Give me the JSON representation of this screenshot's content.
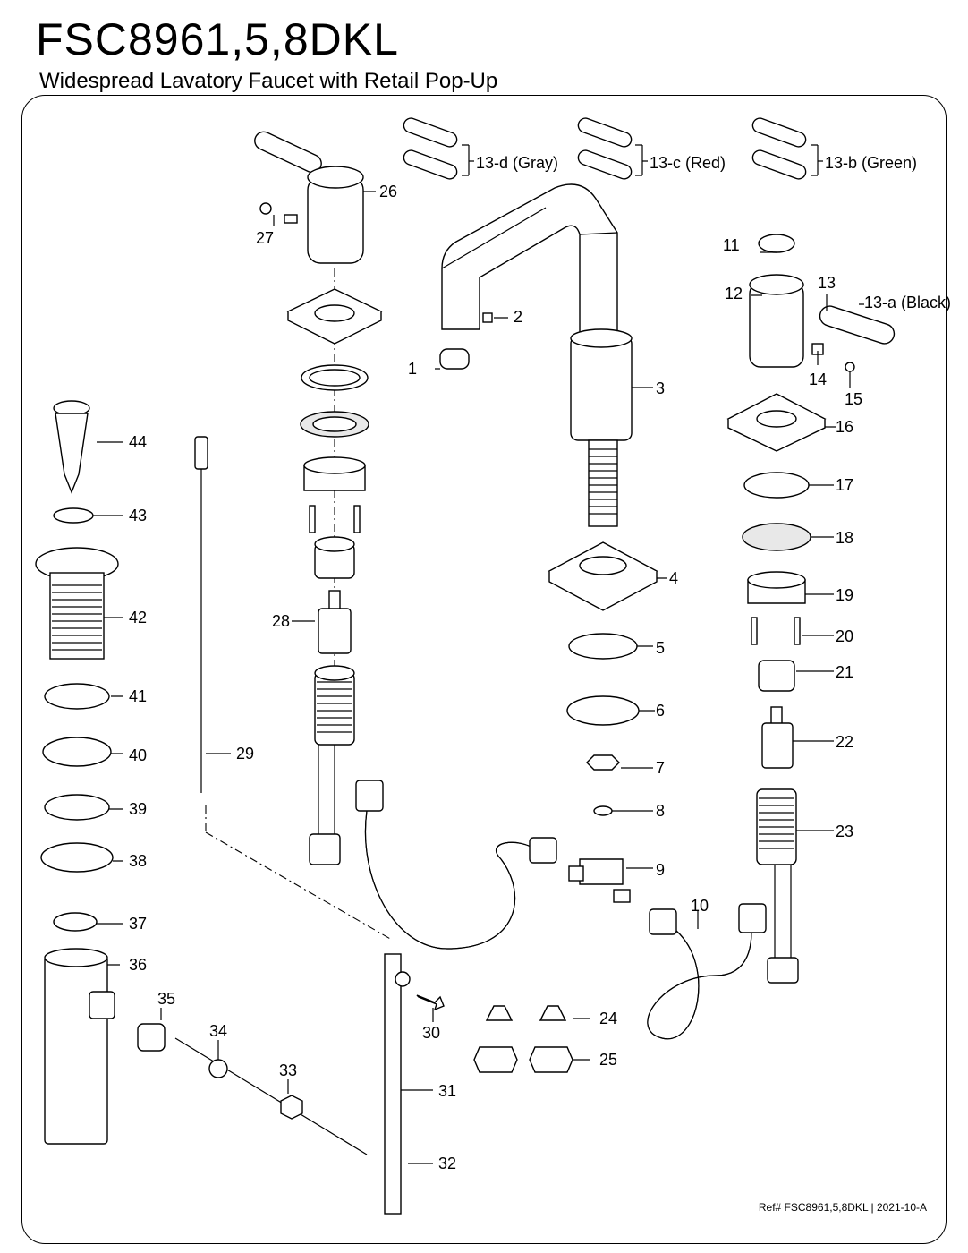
{
  "title": "FSC8961,5,8DKL",
  "subtitle": "Widespread Lavatory Faucet with Retail Pop-Up",
  "reference": "Ref# FSC8961,5,8DKL | 2021-10-A",
  "callouts": {
    "c1": "1",
    "c2": "2",
    "c3": "3",
    "c4": "4",
    "c5": "5",
    "c6": "6",
    "c7": "7",
    "c8": "8",
    "c9": "9",
    "c10": "10",
    "c11": "11",
    "c12": "12",
    "c13": "13",
    "c13a": "13-a (Black)",
    "c13b": "13-b (Green)",
    "c13c": "13-c (Red)",
    "c13d": "13-d (Gray)",
    "c14": "14",
    "c15": "15",
    "c16": "16",
    "c17": "17",
    "c18": "18",
    "c19": "19",
    "c20": "20",
    "c21": "21",
    "c22": "22",
    "c23": "23",
    "c24": "24",
    "c25": "25",
    "c26": "26",
    "c27": "27",
    "c28": "28",
    "c29": "29",
    "c30": "30",
    "c31": "31",
    "c32": "32",
    "c33": "33",
    "c34": "34",
    "c35": "35",
    "c36": "36",
    "c37": "37",
    "c38": "38",
    "c39": "39",
    "c40": "40",
    "c41": "41",
    "c42": "42",
    "c43": "43",
    "c44": "44"
  }
}
